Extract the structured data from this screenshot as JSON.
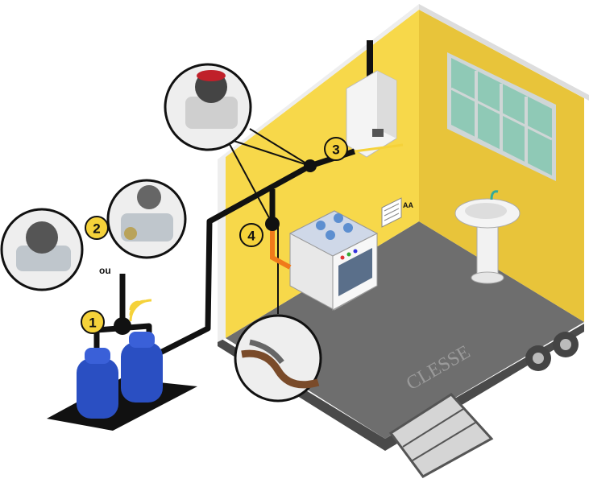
{
  "badges": [
    "1",
    "2",
    "3",
    "4"
  ],
  "labels": {
    "or": "ou",
    "air_vent": "AA"
  },
  "brand": "CLESSE",
  "colors": {
    "wall": "#f5d547",
    "floor": "#6f6f6f",
    "badge": "#f5d23a",
    "pipe": "#111111",
    "flex_hose": "#f07a1a",
    "bottle": "#2a4fc2",
    "window": "#8fc9b6"
  }
}
